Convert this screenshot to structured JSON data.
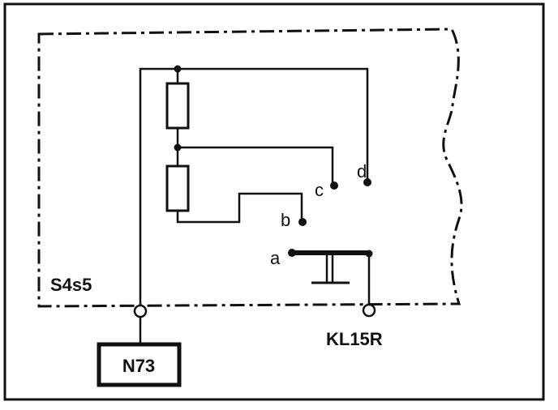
{
  "diagram": {
    "component_label": "S4s5",
    "connector_left_label": "N73",
    "connector_right_label": "KL15R",
    "contacts": [
      "a",
      "b",
      "c",
      "d"
    ],
    "colors": {
      "ink": "#111111",
      "background": "#ffffff"
    }
  }
}
